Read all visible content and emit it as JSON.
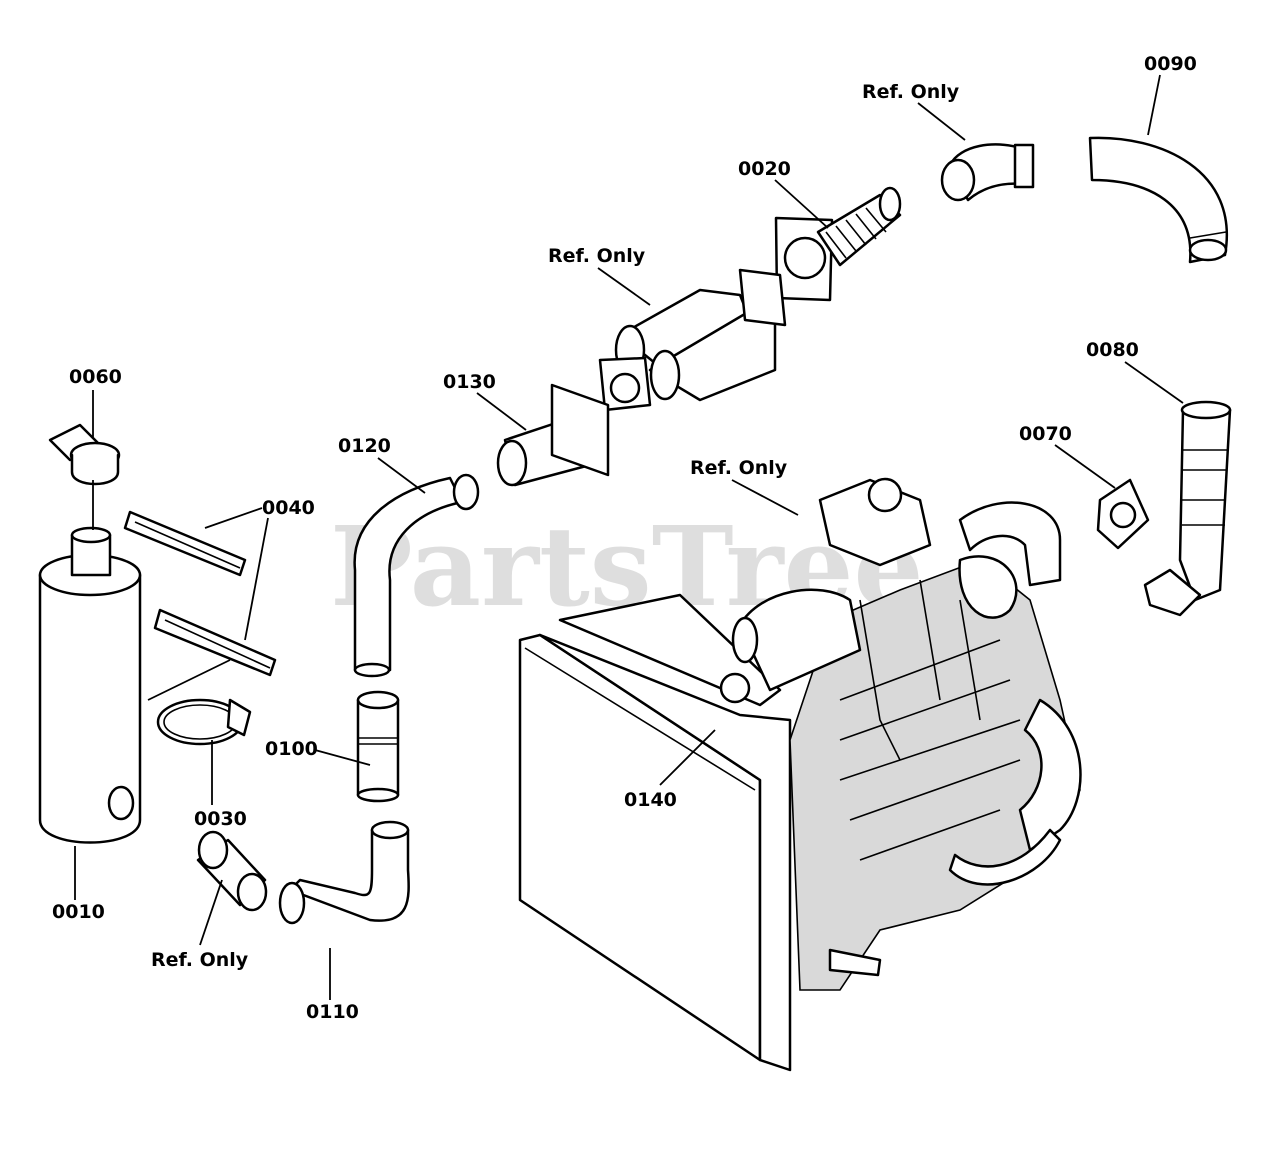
{
  "watermark": "PartsTree",
  "callouts": {
    "p0090": "0090",
    "ref_elbow_top": "Ref. Only",
    "p0020": "0020",
    "ref_catalyst": "Ref. Only",
    "p0080": "0080",
    "p0060": "0060",
    "p0130": "0130",
    "p0070": "0070",
    "p0120": "0120",
    "ref_engine": "Ref. Only",
    "p0040": "0040",
    "p0100": "0100",
    "p0140": "0140",
    "p0030": "0030",
    "p0010": "0010",
    "ref_coupler": "Ref. Only",
    "p0110": "0110"
  }
}
